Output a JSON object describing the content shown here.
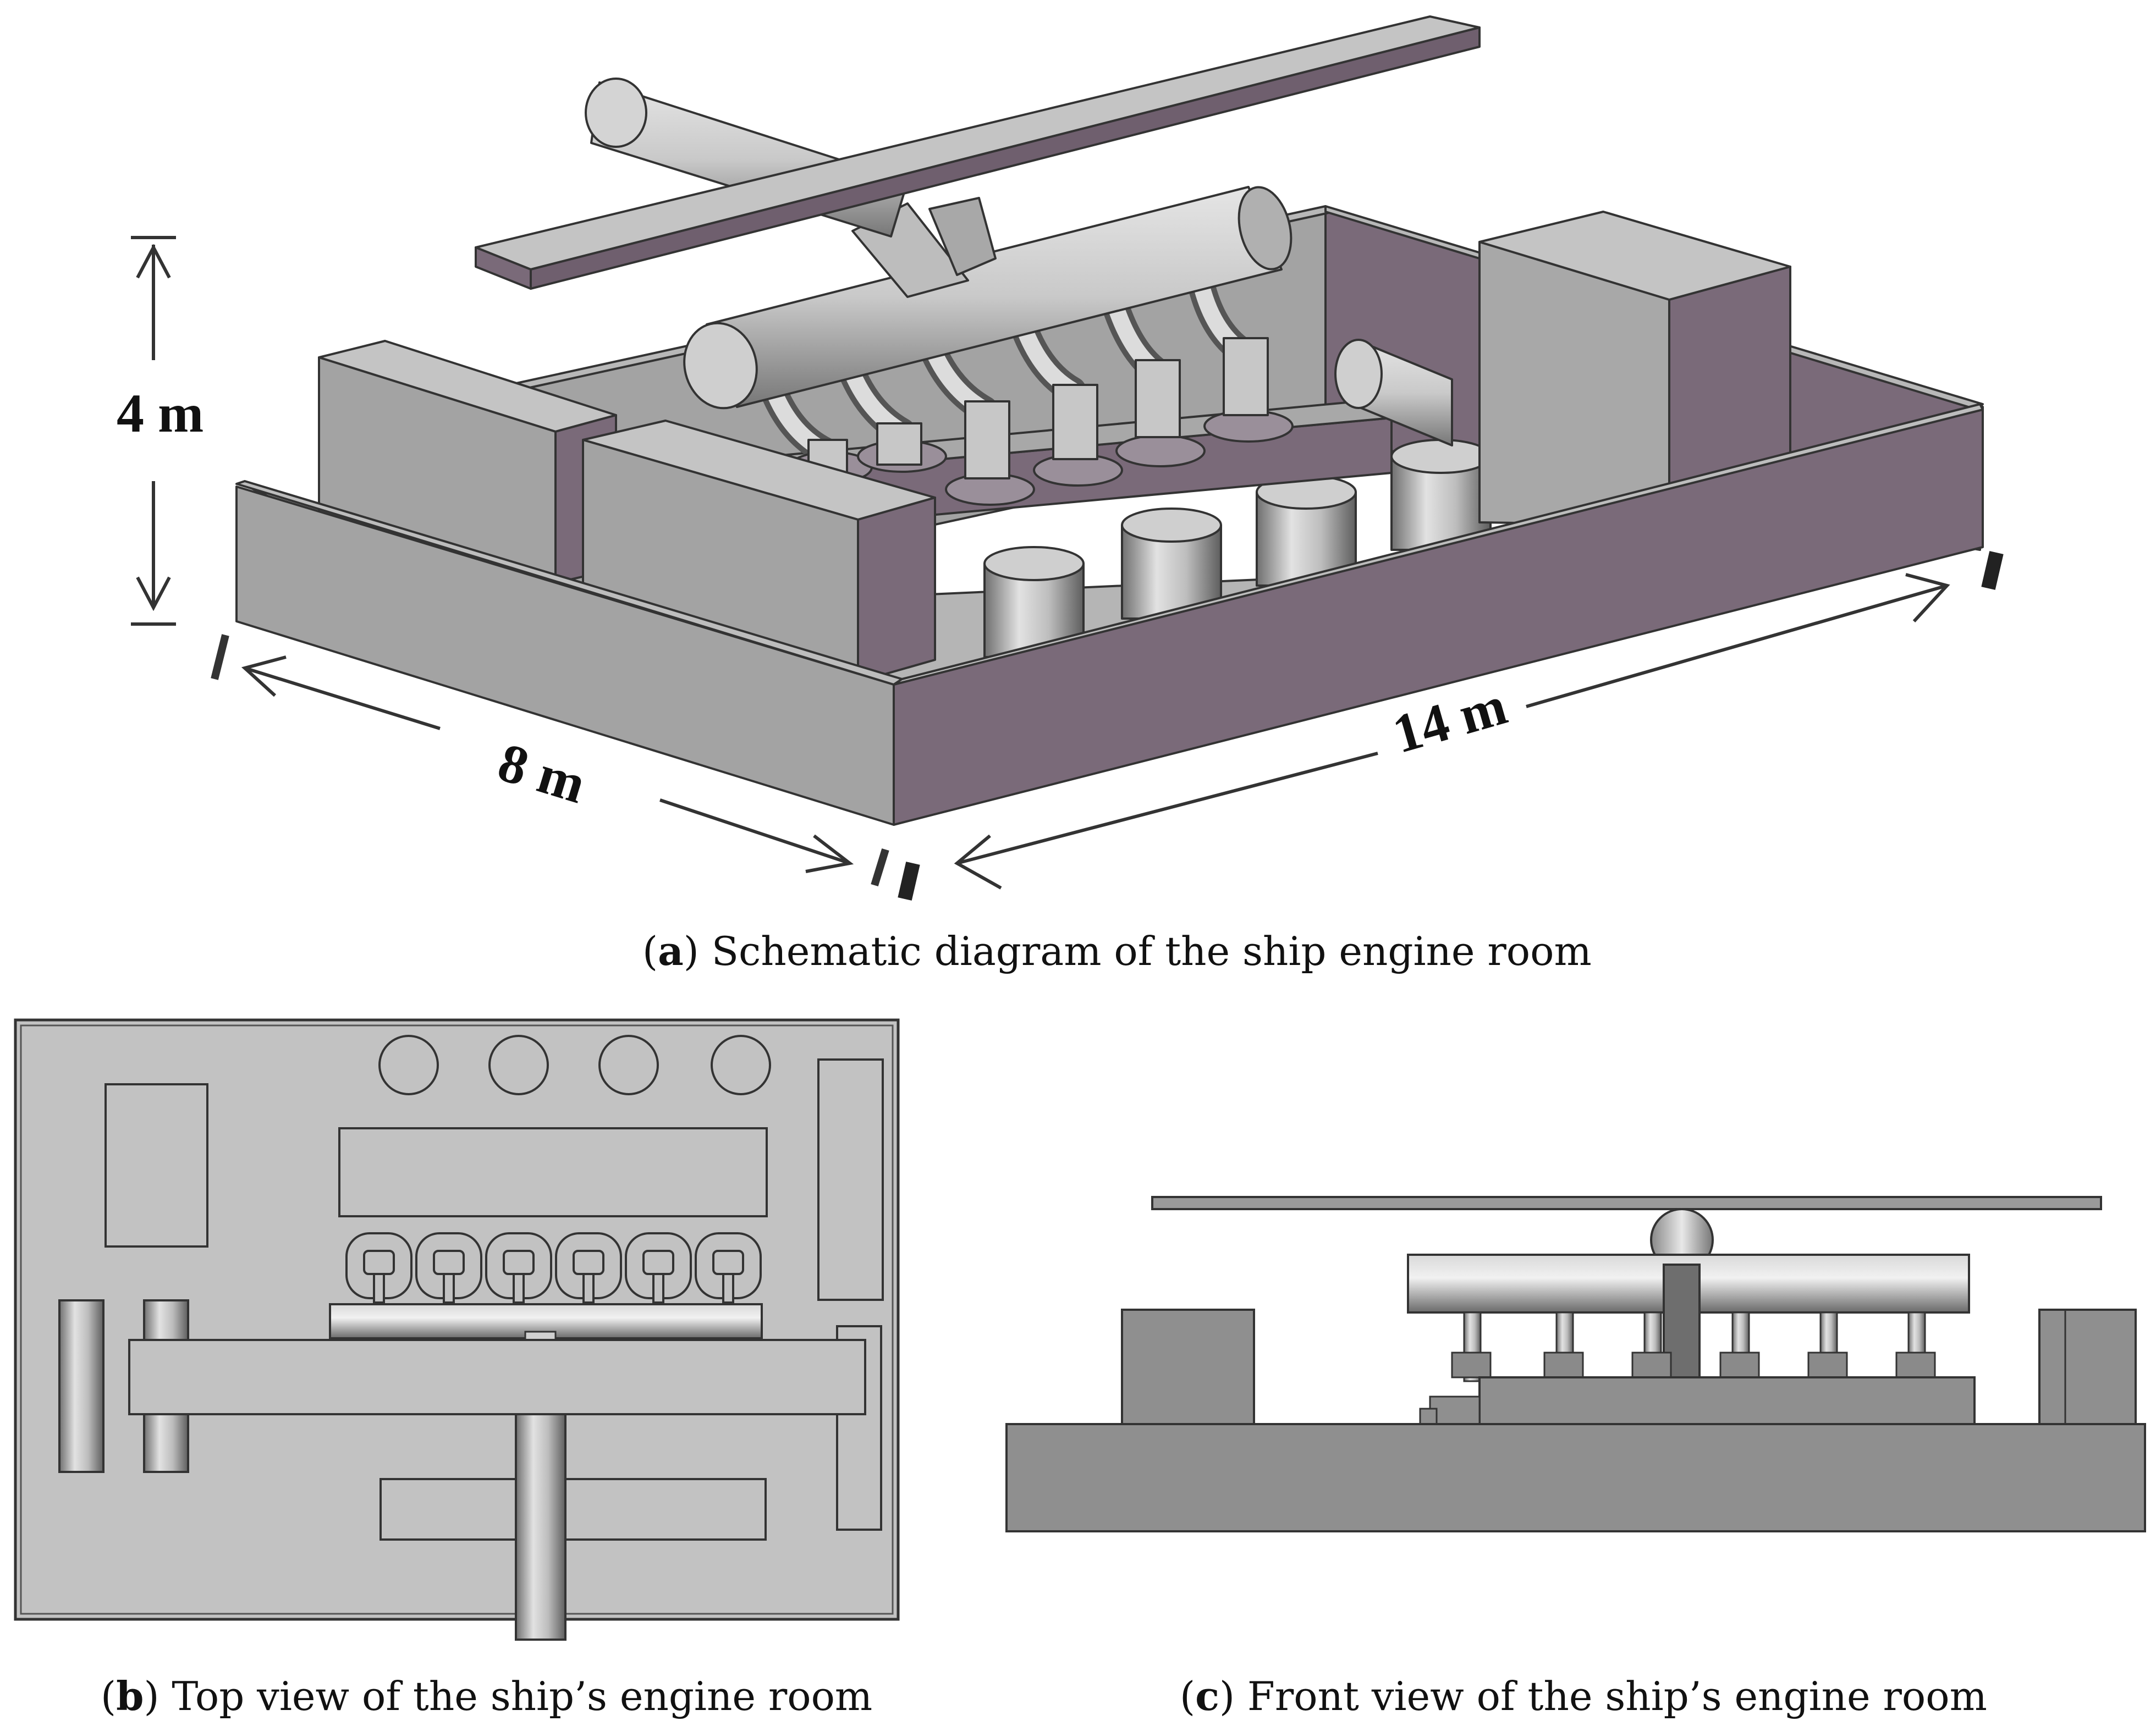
{
  "panel_a": {
    "caption_letter": "a",
    "caption_text": " Schematic diagram of the ship engine room",
    "dim_height": "4 m",
    "dim_width": "8 m",
    "dim_length": "14 m"
  },
  "panel_b": {
    "caption_letter": "b",
    "caption_text": " Top view of the ship’s engine room"
  },
  "panel_c": {
    "caption_letter": "c",
    "caption_text": " Front view of the ship’s engine room"
  },
  "colors": {
    "outer_face": "#a3a3a3",
    "inner_wall": "#7a6a79",
    "equipment": "#c4c4c4",
    "top_view_fill": "#c2c2c2",
    "front_view_fill": "#8f8f8f"
  }
}
